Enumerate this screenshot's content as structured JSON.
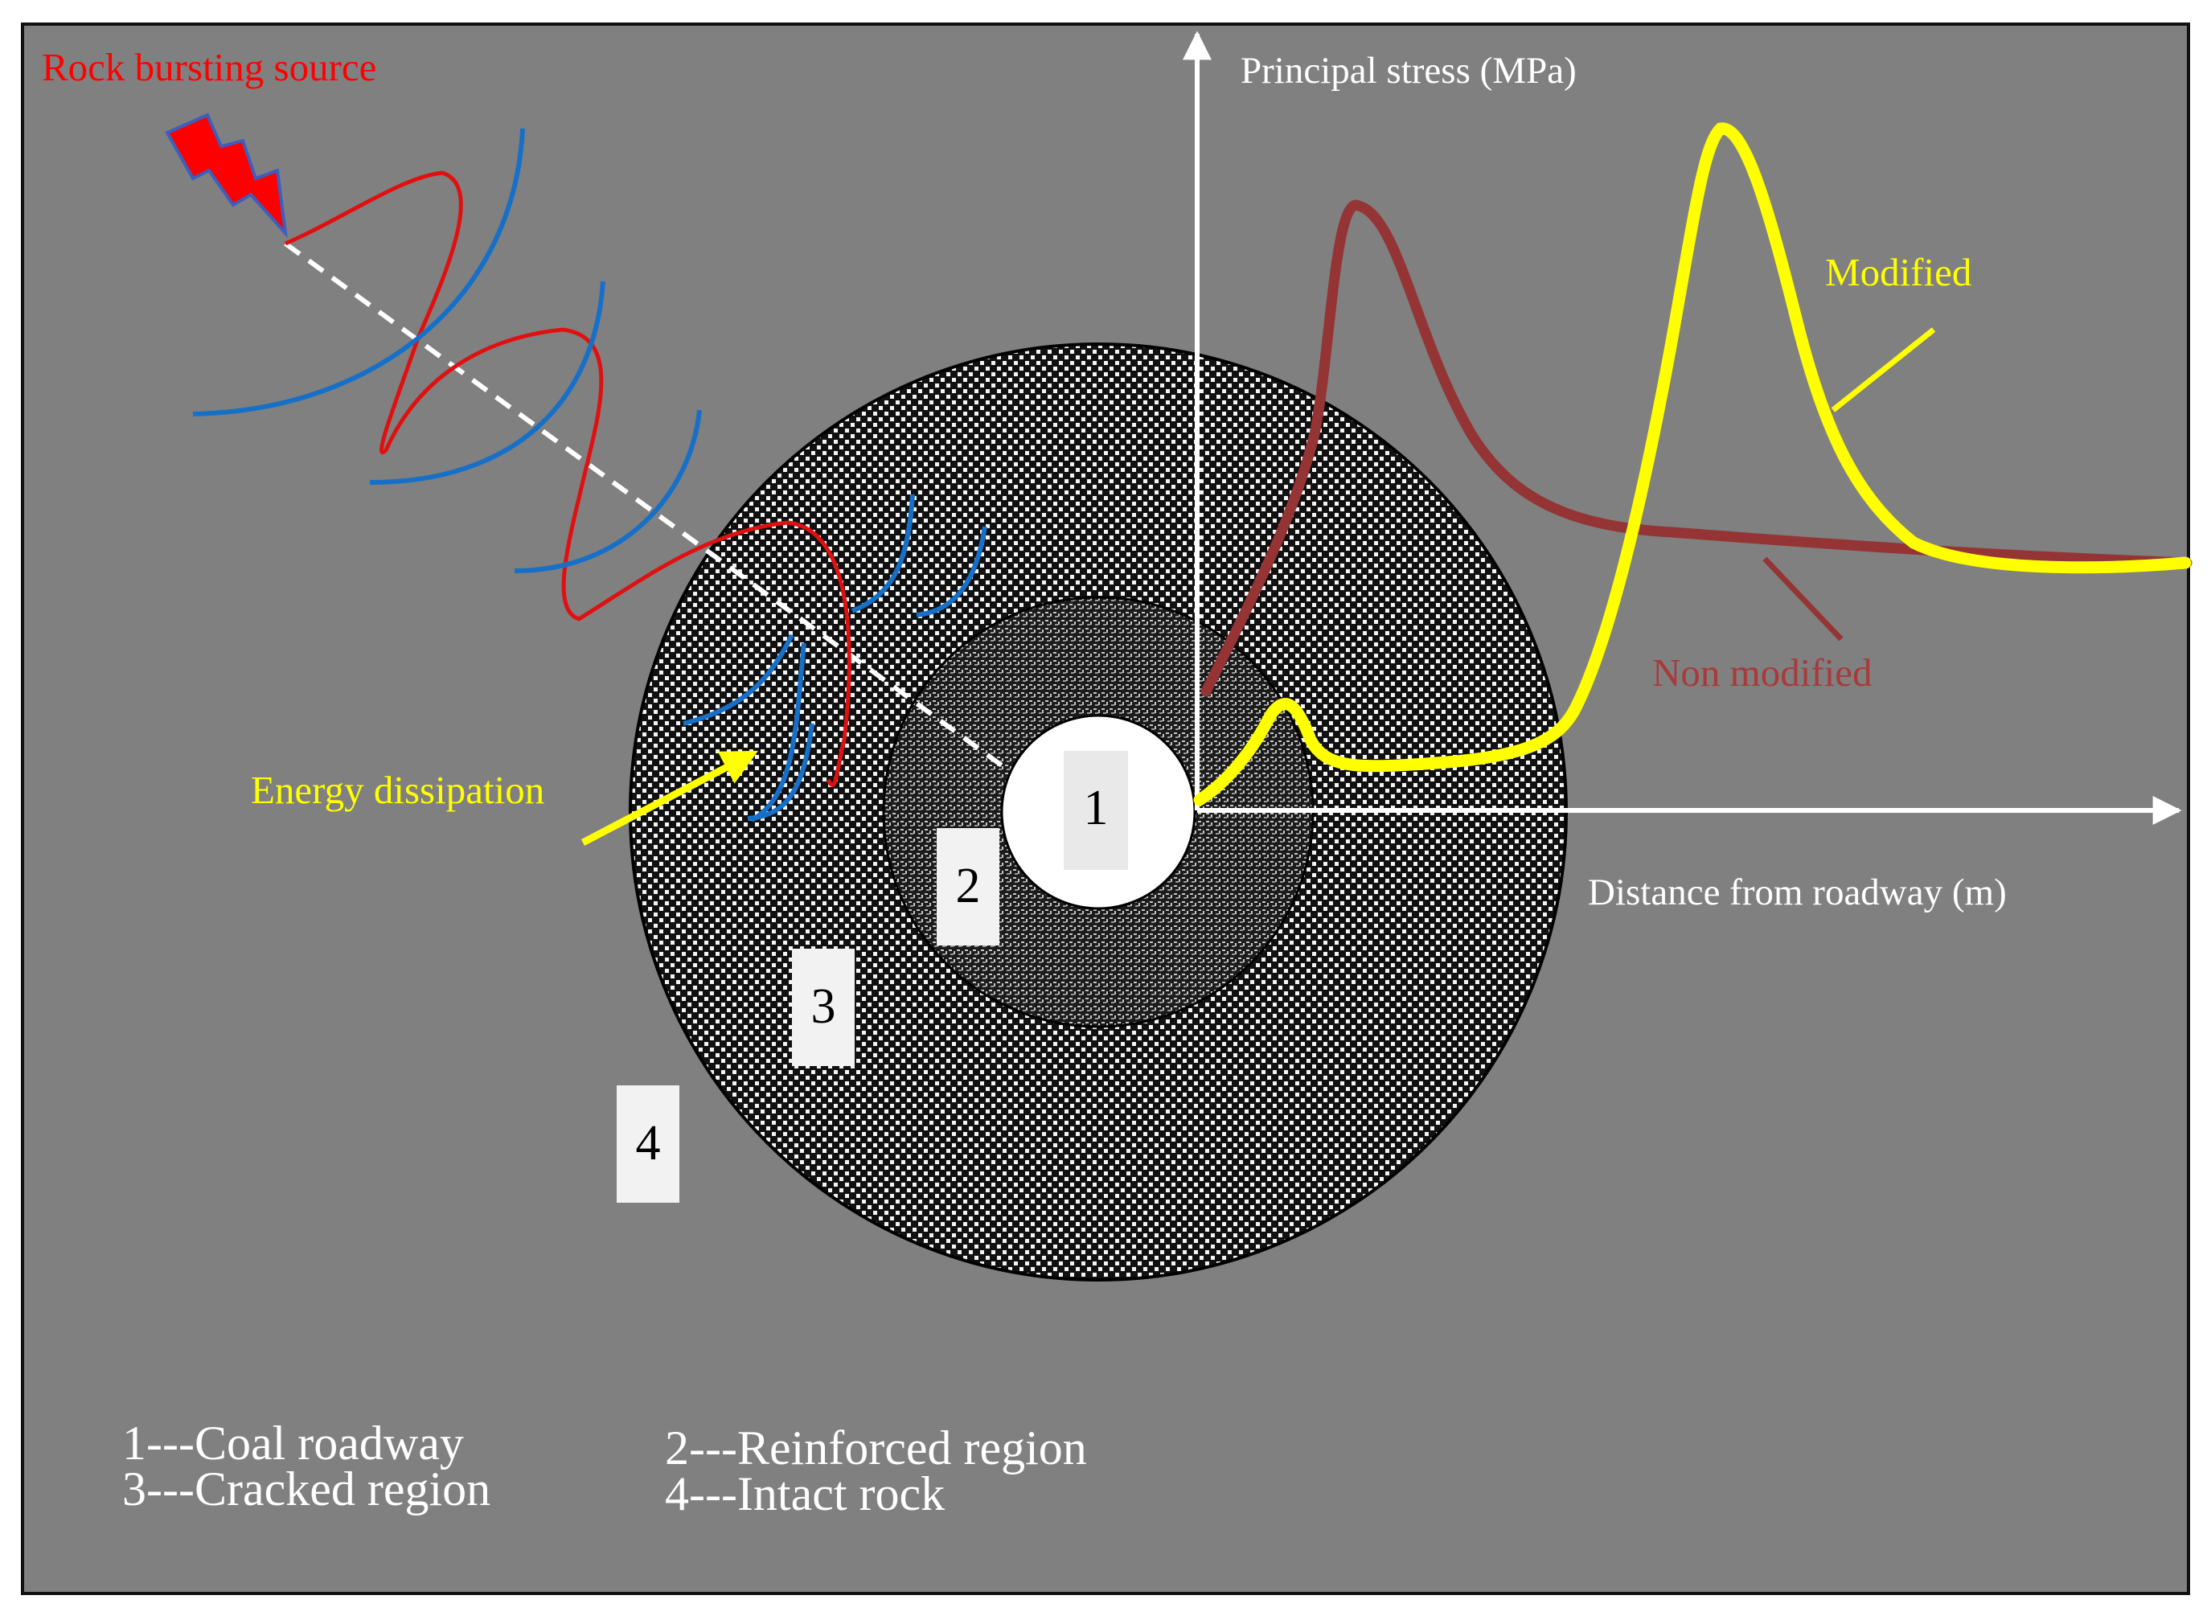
{
  "title_source": "Rock bursting source",
  "axes": {
    "y_label": "Principal stress  (MPa)",
    "x_label": "Distance from roadway (m)"
  },
  "curves": {
    "modified_label": "Modified",
    "non_modified_label": "Non modified"
  },
  "annotation": {
    "energy_label": "Energy dissipation"
  },
  "zones": {
    "z1": "1",
    "z2": "2",
    "z3": "3",
    "z4": "4"
  },
  "legend": {
    "item1": "1---Coal roadway",
    "item2": "2---Reinforced region",
    "item3": "3---Cracked region",
    "item4": "4---Intact rock"
  },
  "colors": {
    "background": "#808080",
    "source": "#ff0000",
    "wave_red": "#e01010",
    "wave_blue": "#1670c8",
    "modified": "#ffff00",
    "non_modified": "#943434",
    "energy": "#ffff00",
    "axis": "#ffffff"
  }
}
